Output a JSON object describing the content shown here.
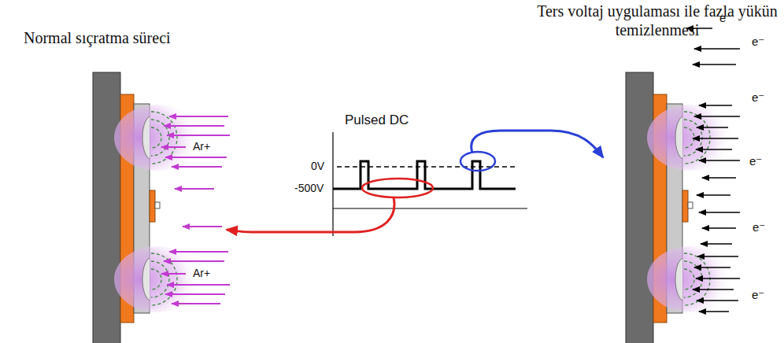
{
  "diagram": {
    "labels": [
      "Normal sıçratma süreci",
      "Ters voltaj uygulaması ile fazla yükün temizlenmesi",
      "Pulsed DC",
      "0V",
      "-500V",
      "Ar+",
      "Ar+",
      "e⁻",
      "e⁻",
      "e⁻",
      "e⁻",
      "e⁻",
      "e⁻"
    ]
  }
}
